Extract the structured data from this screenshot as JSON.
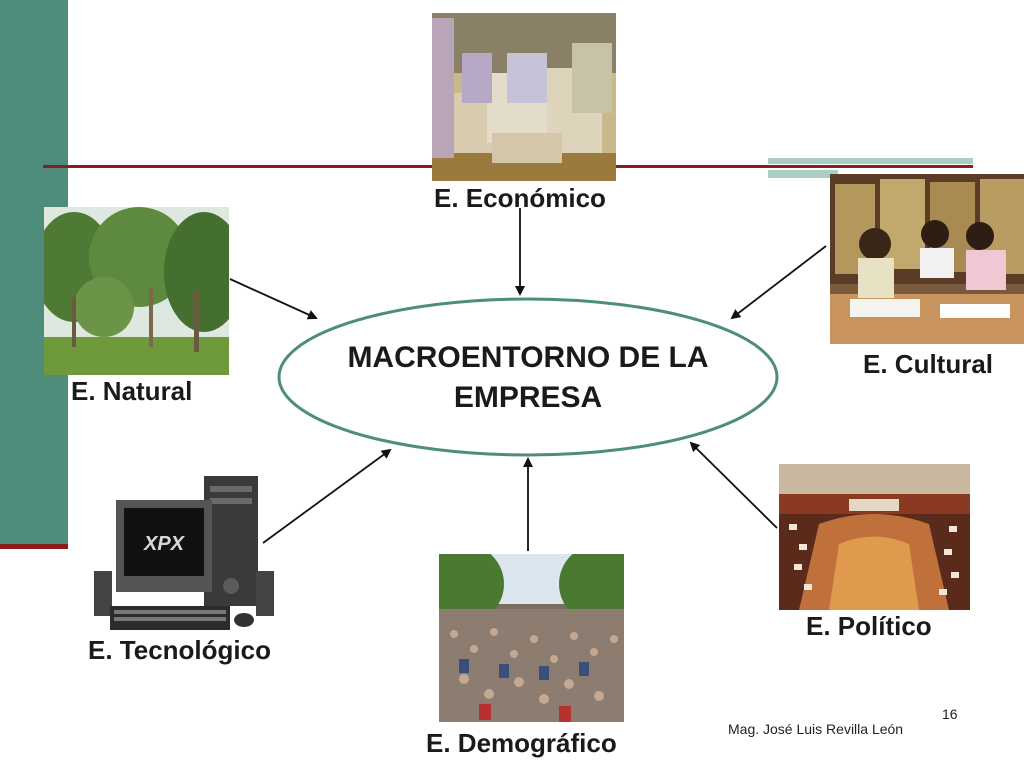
{
  "slide": {
    "title_line1": "MACROENTORNO DE LA",
    "title_line2": "EMPRESA",
    "page_number": "16",
    "author": "Mag. José Luis Revilla León"
  },
  "nodes": {
    "economico": "E. Económico",
    "natural": "E. Natural",
    "cultural": "E. Cultural",
    "tecnologico": "E. Tecnológico",
    "demografico": "E. Demográfico",
    "politico": "E. Político"
  },
  "images": {
    "economico": "money-stacks-photo",
    "natural": "park-trees-photo",
    "cultural": "library-students-photo",
    "tecnologico": "computer-photo",
    "demografico": "crowd-photo",
    "politico": "parliament-photo"
  },
  "colors": {
    "sidebar": "#4e8d7b",
    "rule": "#8b1d1d",
    "ellipse_stroke": "#4e8d7b",
    "text": "#1a1a1a"
  }
}
